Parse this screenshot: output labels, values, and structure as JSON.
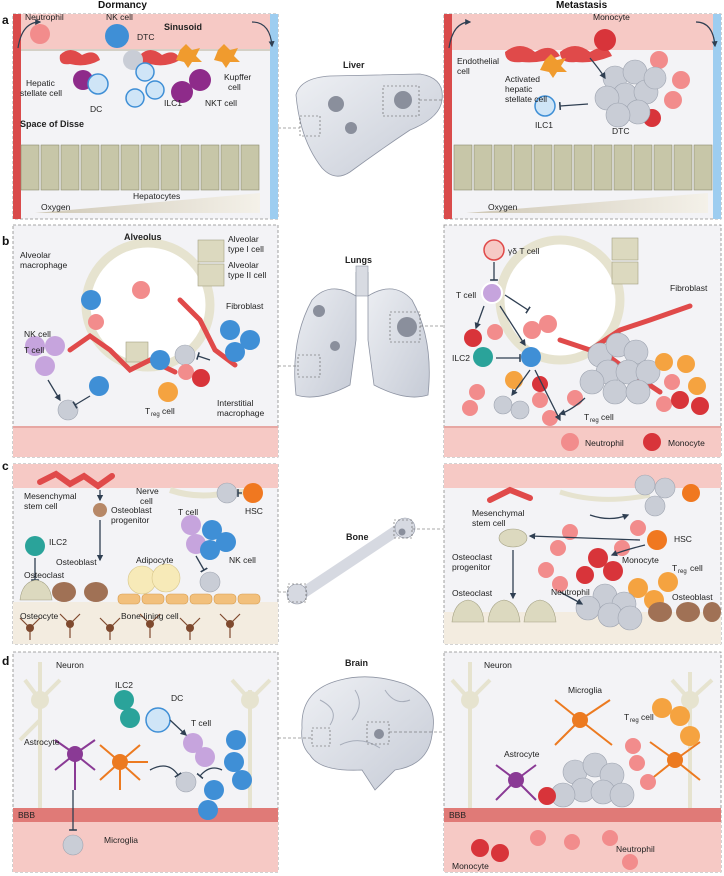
{
  "headers": {
    "dormancy": "Dormancy",
    "metastasis": "Metastasis"
  },
  "sections": [
    {
      "letter": "a",
      "organ": "Liver"
    },
    {
      "letter": "b",
      "organ": "Lungs"
    },
    {
      "letter": "c",
      "organ": "Bone"
    },
    {
      "letter": "d",
      "organ": "Brain"
    }
  ],
  "liver": {
    "left": {
      "neutrophil": "Neutrophil",
      "nk_cell": "NK cell",
      "dtc": "DTC",
      "sinusoid": "Sinusoid",
      "kupffer_1": "Kupffer",
      "kupffer_2": "cell",
      "hsc_1": "Hepatic",
      "hsc_2": "stellate cell",
      "dc": "DC",
      "ilc1": "ILC1",
      "nkt": "NKT cell",
      "disse": "Space of Disse",
      "hepatocytes": "Hepatocytes",
      "oxygen": "Oxygen"
    },
    "right": {
      "monocyte": "Monocyte",
      "endo_1": "Endothelial",
      "endo_2": "cell",
      "ahsc_1": "Activated",
      "ahsc_2": "hepatic",
      "ahsc_3": "stellate cell",
      "ilc1": "ILC1",
      "dtc": "DTC",
      "oxygen": "Oxygen"
    }
  },
  "lungs": {
    "left": {
      "alveolus": "Alveolus",
      "am_1": "Alveolar",
      "am_2": "macrophage",
      "at1_1": "Alveolar",
      "at1_2": "type I cell",
      "at2_1": "Alveolar",
      "at2_2": "type II cell",
      "fibroblast": "Fibroblast",
      "nk_cell": "NK cell",
      "t_cell": "T cell",
      "treg_t": "T",
      "treg_sub": "reg",
      "treg_cell": "cell",
      "im_1": "Interstitial",
      "im_2": "macrophage"
    },
    "right": {
      "gd_t": "γδ T cell",
      "t_cell": "T cell",
      "fibroblast": "Fibroblast",
      "ilc2": "ILC2",
      "treg_t": "T",
      "treg_sub": "reg",
      "treg_cell": "cell",
      "neutrophil": "Neutrophil",
      "monocyte": "Monocyte"
    }
  },
  "bone": {
    "left": {
      "msc_1": "Mesenchymal",
      "msc_2": "stem cell",
      "nerve_1": "Nerve",
      "nerve_2": "cell",
      "hsc": "HSC",
      "ilc2": "ILC2",
      "obp_1": "Osteoblast",
      "obp_2": "progenitor",
      "t_cell": "T cell",
      "osteoblast": "Osteoblast",
      "adipocyte": "Adipocyte",
      "nk_cell": "NK cell",
      "osteoclast": "Osteoclast",
      "osteocyte": "Osteocyte",
      "bone_lining": "Bone-lining cell"
    },
    "right": {
      "msc_1": "Mesenchymal",
      "msc_2": "stem cell",
      "hsc": "HSC",
      "ocp_1": "Osteoclast",
      "ocp_2": "progenitor",
      "monocyte": "Monocyte",
      "treg_t": "T",
      "treg_sub": "reg",
      "treg_cell": "cell",
      "neutrophil": "Neutrophil",
      "osteoclast": "Osteoclast",
      "osteoblast": "Osteoblast"
    }
  },
  "brain": {
    "left": {
      "neuron": "Neuron",
      "ilc2": "ILC2",
      "dc": "DC",
      "t_cell": "T cell",
      "astrocyte": "Astrocyte",
      "bbb": "BBB",
      "microglia": "Microglia"
    },
    "right": {
      "neuron": "Neuron",
      "microglia": "Microglia",
      "treg_t": "T",
      "treg_sub": "reg",
      "treg_cell": "cell",
      "astrocyte": "Astrocyte",
      "bbb": "BBB",
      "monocyte": "Monocyte",
      "neutrophil": "Neutrophil"
    }
  },
  "colors": {
    "vessel": "#f6c9c5",
    "panel_bg": "#f3f3f6",
    "nk_blue": "#3f8fd6",
    "dtc_grey": "#c9cdd6",
    "t_purple": "#c6a4dd",
    "treg_orange": "#f5a340",
    "ilc2_teal": "#2aa39a",
    "neutrophil": "#f28c8c",
    "monocyte": "#d8343a",
    "stellate": "#e04a4a",
    "kupffer": "#f09b2e",
    "nkt": "#8e2b8a",
    "microglia": "#ec7a20",
    "astrocyte": "#8a3a95",
    "bone_tissue": "#f3ece0",
    "osteoblast": "#a07155",
    "neuron": "#e6e3cf"
  }
}
